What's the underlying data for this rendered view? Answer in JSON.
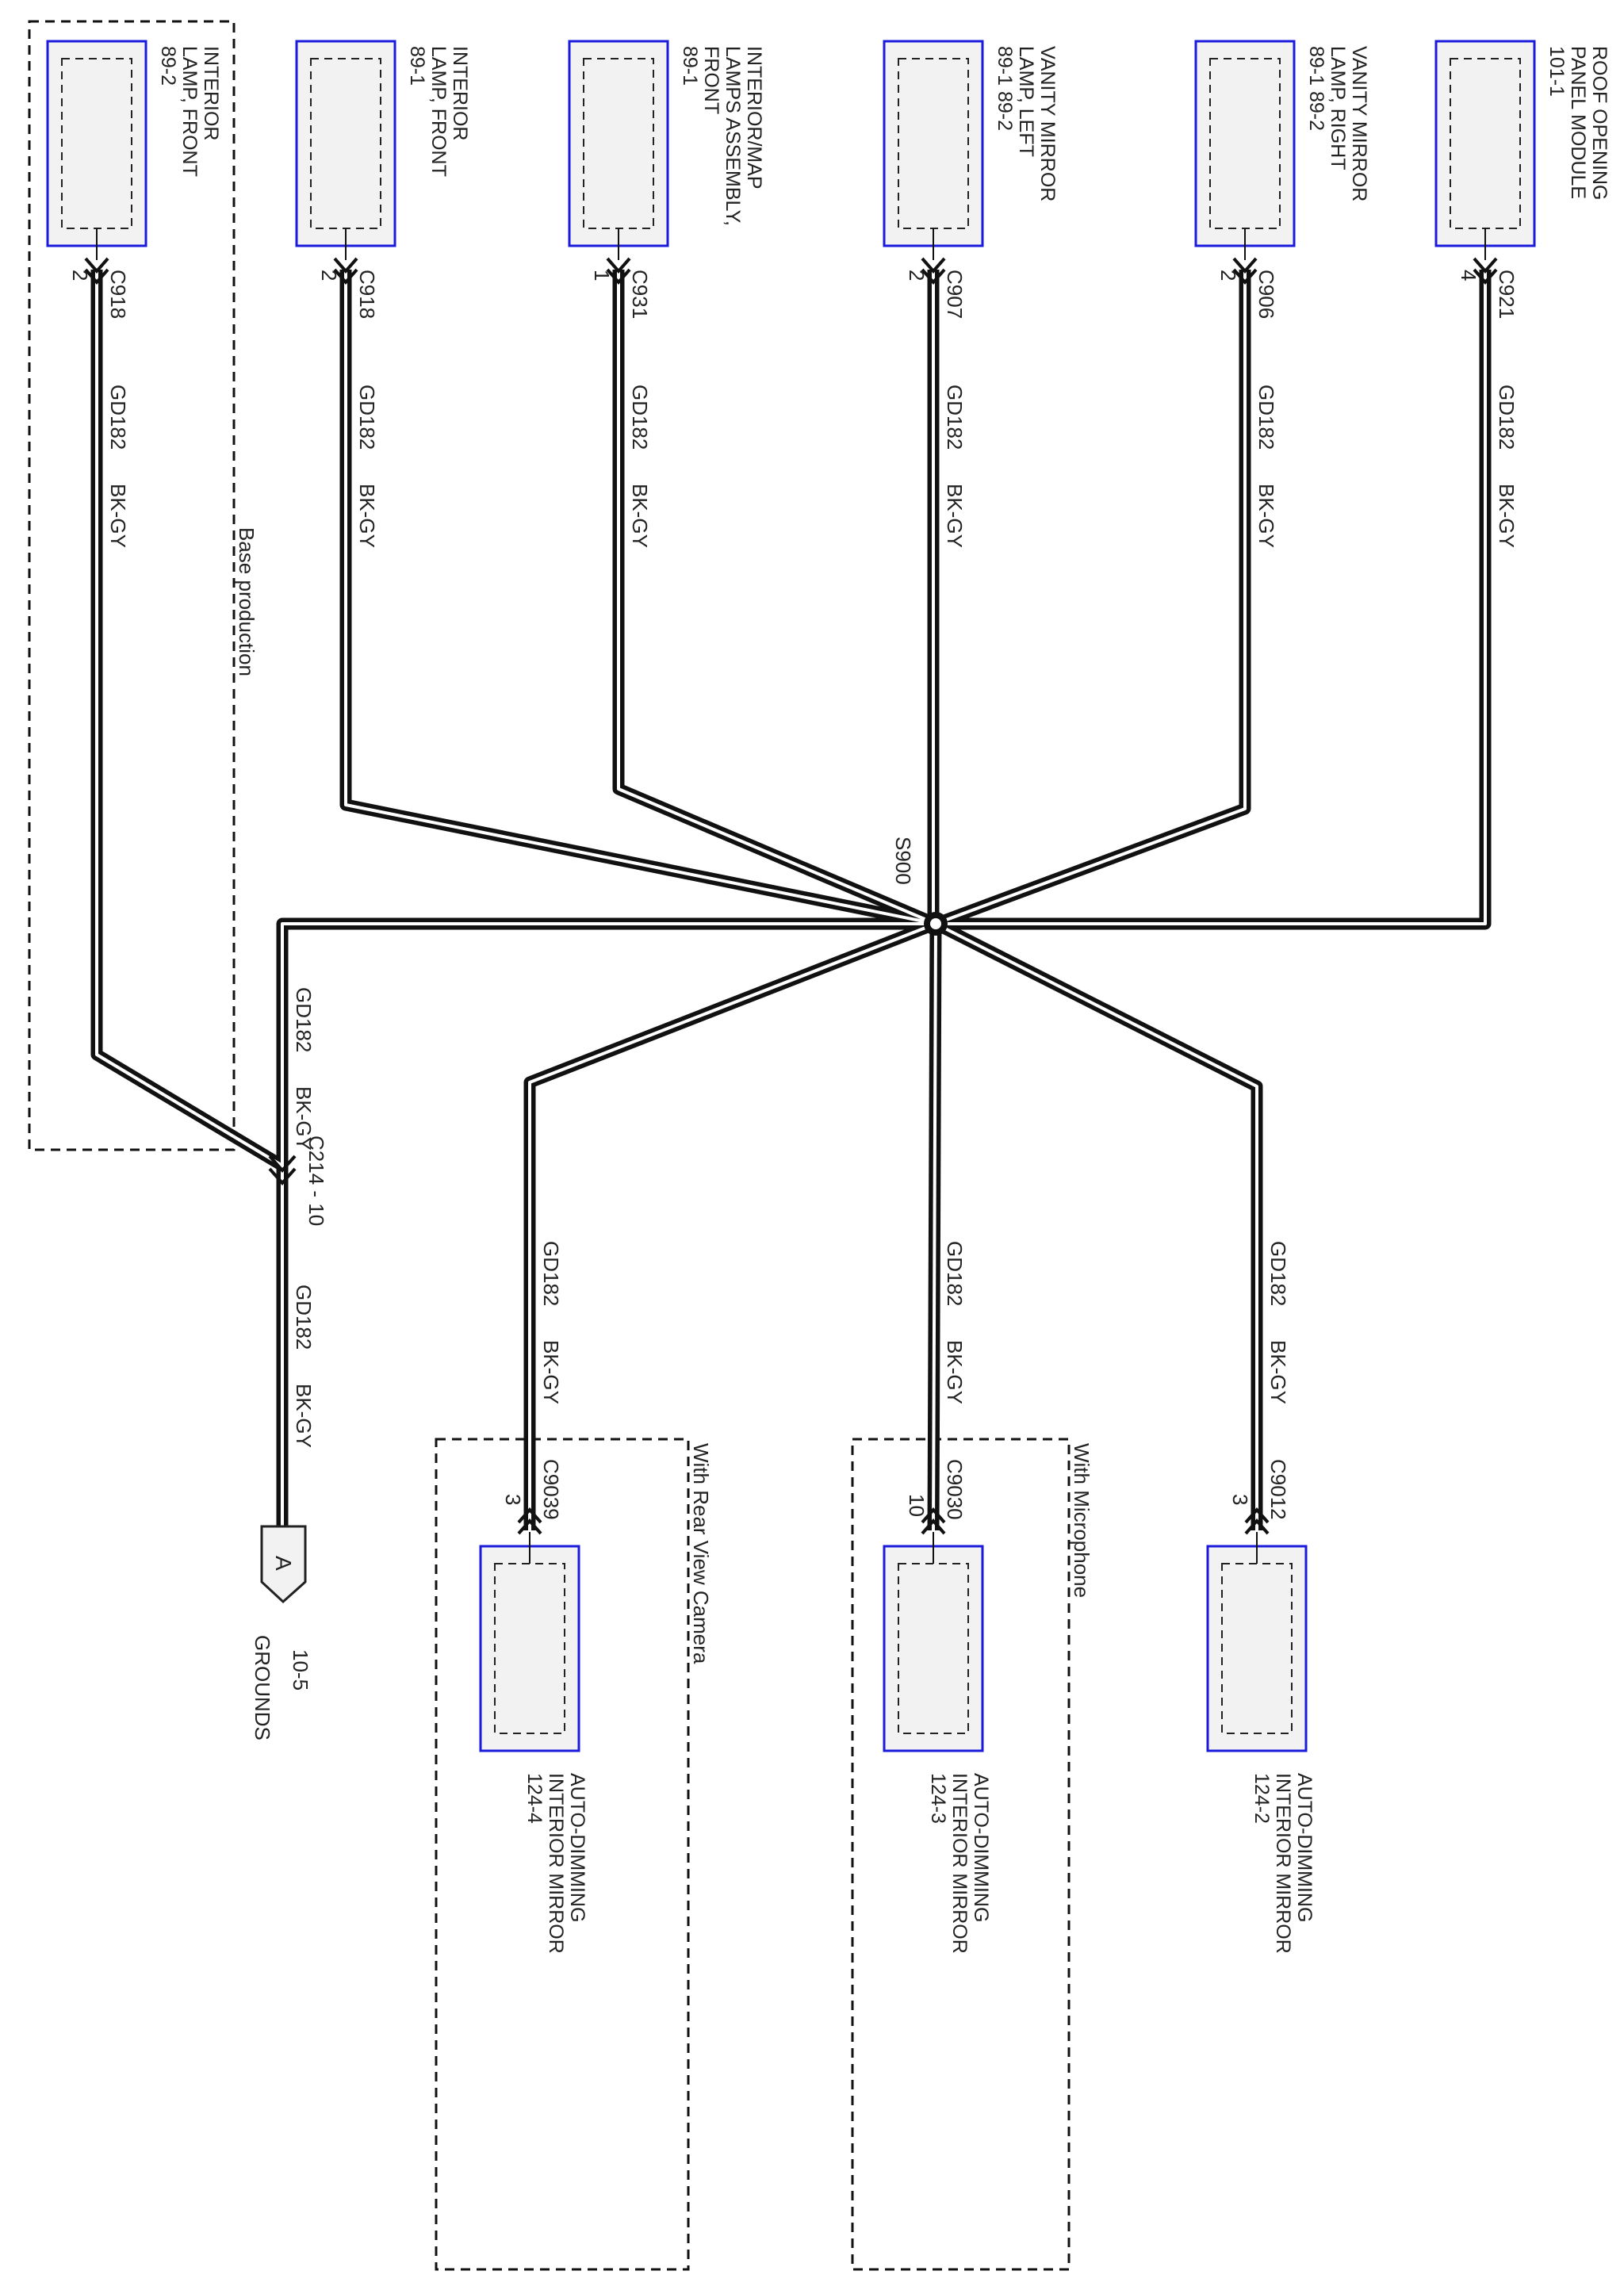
{
  "colors": {
    "wire": "#111111",
    "wire_core": "#ffffff",
    "component_border": "#1a1adc",
    "component_fill": "#f2f2f2",
    "text": "#222222",
    "dash": "#111111"
  },
  "splice": {
    "label": "S900"
  },
  "wire_label": {
    "circuit": "GD182",
    "color": "BK-GY"
  },
  "options": {
    "base_production": "Base production",
    "rear_view_camera": "With Rear View Camera",
    "microphone": "With Microphone"
  },
  "inline_connector": {
    "label": "C214 - 10"
  },
  "ground_ref": {
    "letter": "A",
    "page": "10-5",
    "name": "GROUNDS"
  },
  "components": [
    {
      "id": "roof-opening-panel-module",
      "lines": [
        "ROOF OPENING",
        "PANEL MODULE",
        "101-1"
      ],
      "connector": "C921",
      "pin": "4"
    },
    {
      "id": "vanity-mirror-lamp-right",
      "lines": [
        "VANITY MIRROR",
        "LAMP, RIGHT",
        "89-1   89-2"
      ],
      "connector": "C906",
      "pin": "2"
    },
    {
      "id": "vanity-mirror-lamp-left",
      "lines": [
        "VANITY MIRROR",
        "LAMP, LEFT",
        "89-1   89-2"
      ],
      "connector": "C907",
      "pin": "2"
    },
    {
      "id": "interior-map-lamps-assembly-front",
      "lines": [
        "INTERIOR/MAP",
        "LAMPS ASSEMBLY,",
        "FRONT",
        "89-1"
      ],
      "connector": "C931",
      "pin": "1"
    },
    {
      "id": "interior-lamp-front-a",
      "lines": [
        "INTERIOR",
        "LAMP, FRONT",
        "89-1"
      ],
      "connector": "C918",
      "pin": "2"
    },
    {
      "id": "interior-lamp-front-b",
      "lines": [
        "INTERIOR",
        "LAMP, FRONT",
        "89-2"
      ],
      "connector": "C918",
      "pin": "2"
    },
    {
      "id": "auto-dimming-mirror-124-2",
      "lines": [
        "AUTO-DIMMING",
        "INTERIOR MIRROR",
        "124-2"
      ],
      "connector": "C9012",
      "pin": "3"
    },
    {
      "id": "auto-dimming-mirror-124-3",
      "lines": [
        "AUTO-DIMMING",
        "INTERIOR MIRROR",
        "124-3"
      ],
      "connector": "C9030",
      "pin": "10"
    },
    {
      "id": "auto-dimming-mirror-124-4",
      "lines": [
        "AUTO-DIMMING",
        "INTERIOR MIRROR",
        "124-4"
      ],
      "connector": "C9039",
      "pin": "3"
    }
  ]
}
